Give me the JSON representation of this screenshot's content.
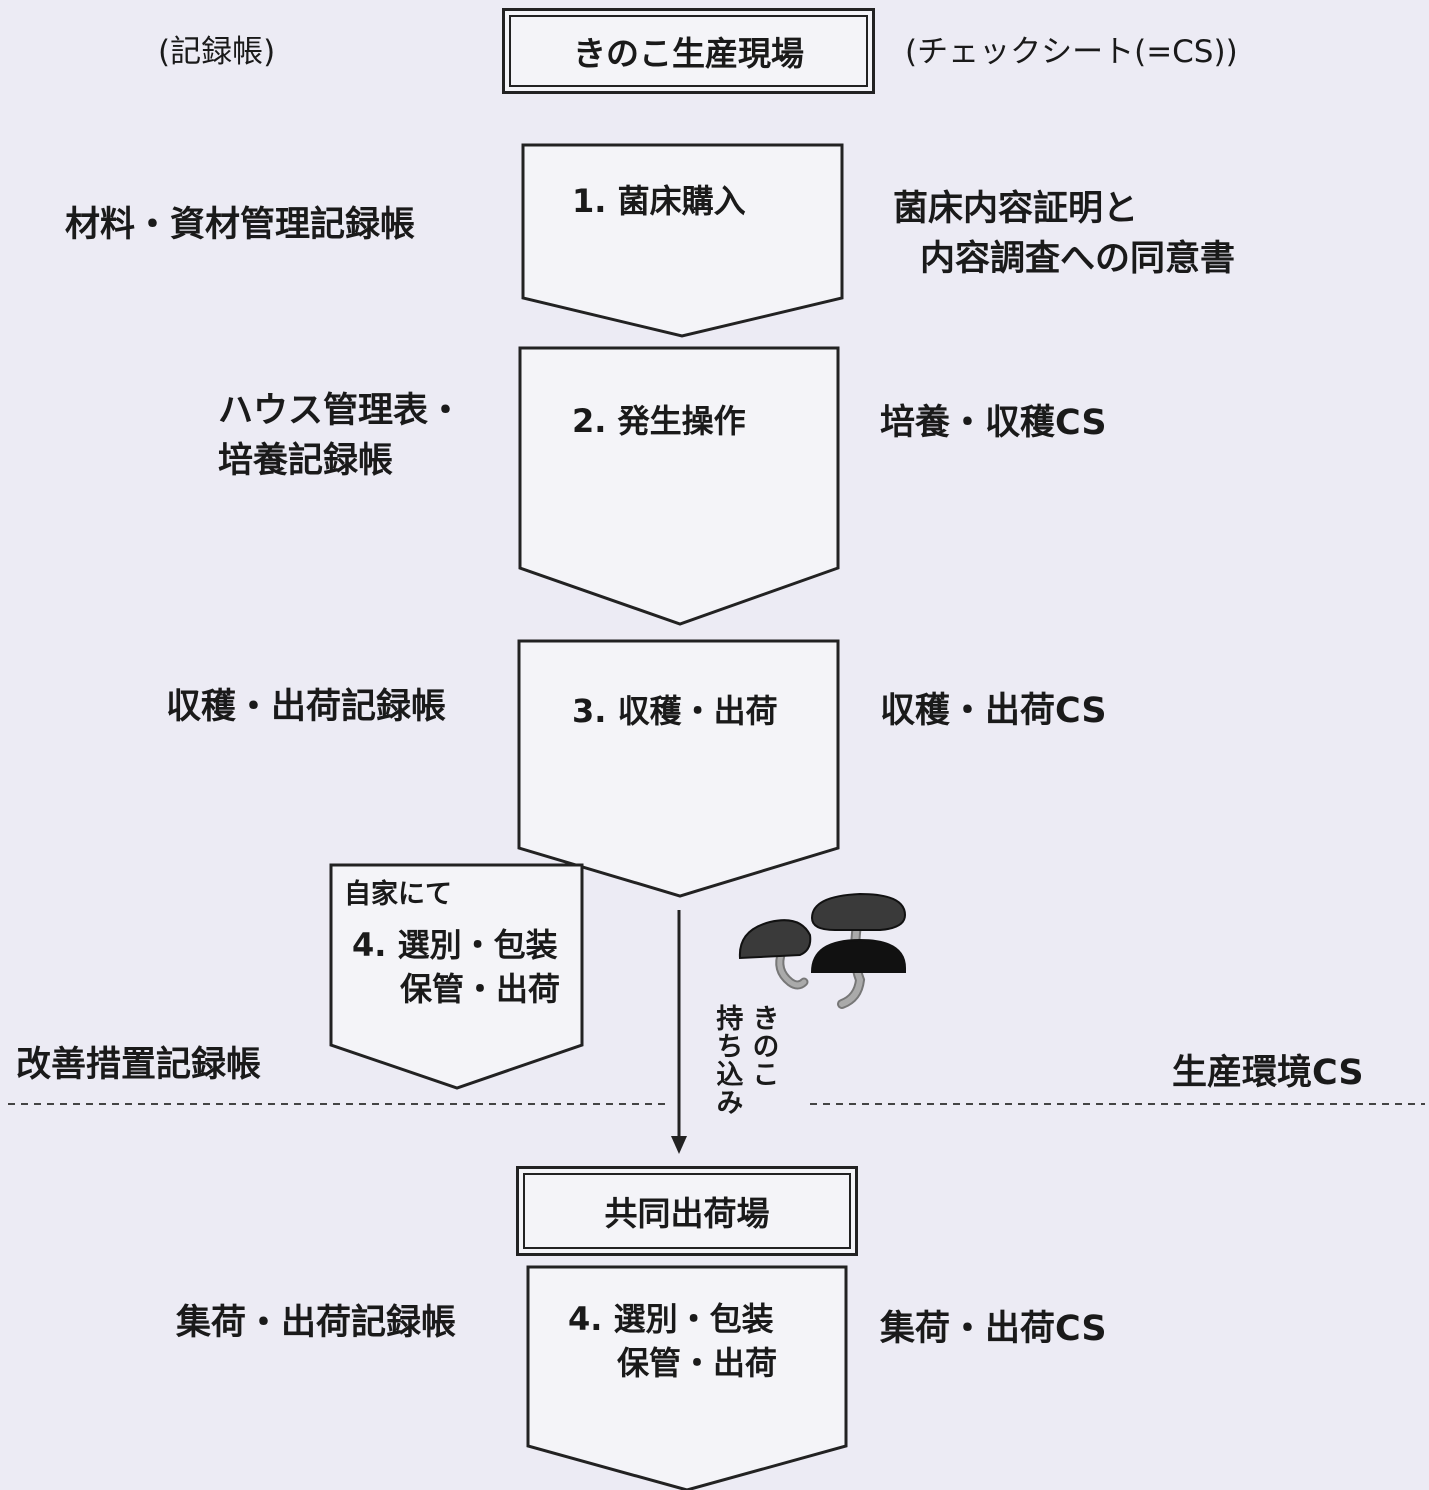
{
  "header": {
    "left_label": "(記録帳)",
    "title": "きのこ生産現場",
    "right_label": "(チェックシート(=CS))"
  },
  "steps": [
    {
      "label": "1. 菌床購入",
      "record": "材料・資材管理記録帳",
      "check_line1": "菌床内容証明と",
      "check_line2": "内容調査への同意書"
    },
    {
      "label": "2. 発生操作",
      "record_line1": "ハウス管理表・",
      "record_line2": "培養記録帳",
      "check": "培養・収穫CS"
    },
    {
      "label": "3. 収穫・出荷",
      "record": "収穫・出荷記録帳",
      "check": "収穫・出荷CS"
    }
  ],
  "home_step": {
    "prefix": "自家にて",
    "line1": "4. 選別・包装",
    "line2": "保管・出荷"
  },
  "improvement_record": "改善措置記録帳",
  "production_env_cs": "生産環境CS",
  "transport_label_col1": "きのこ",
  "transport_label_col2": "持ち込み",
  "shipping_site": "共同出荷場",
  "final_step": {
    "line1": "4. 選別・包装",
    "line2": "保管・出荷",
    "record": "集荷・出荷記録帳",
    "check": "集荷・出荷CS"
  },
  "icons": [
    "mushroom-icon",
    "mushroom-icon"
  ],
  "colors": {
    "background": "#ecebf4",
    "line": "#222222",
    "mushroom_cap": "#3a3a3a",
    "mushroom_stem": "#9a9a9a"
  }
}
